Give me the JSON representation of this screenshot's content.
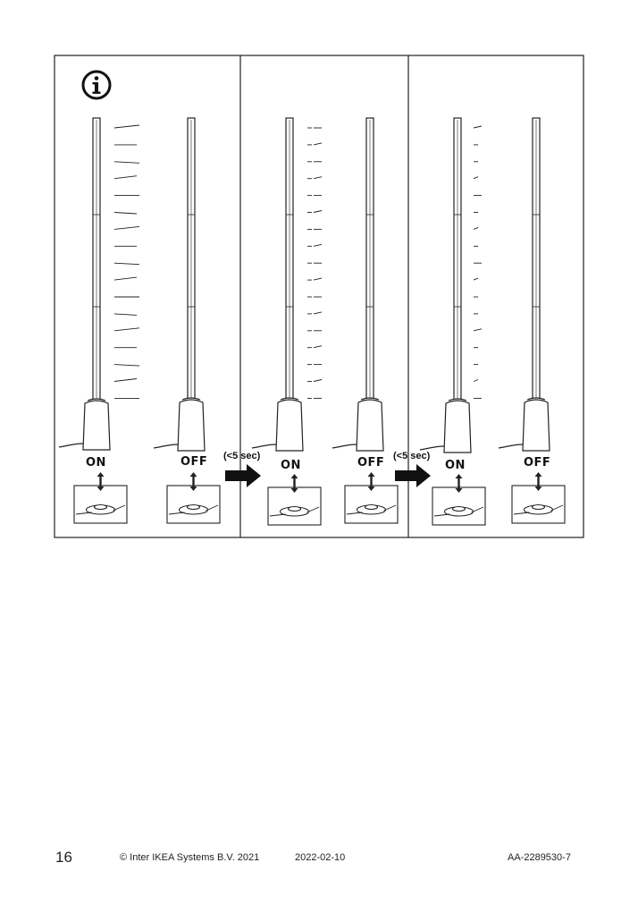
{
  "figure": {
    "info_icon": "info-icon",
    "states": [
      "ON",
      "OFF",
      "ON",
      "OFF",
      "ON",
      "OFF"
    ],
    "delay_label": "(<5 sec)"
  },
  "footer": {
    "page_number": "16",
    "copyright": "© Inter IKEA Systems B.V. 2021",
    "date": "2022-02-10",
    "doc_id": "AA-2289530-7"
  }
}
